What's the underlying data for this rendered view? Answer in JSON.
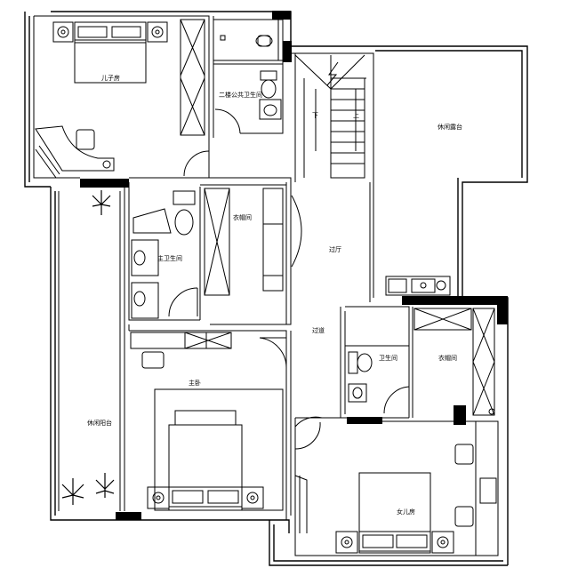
{
  "rooms": {
    "son_room": "儿子房",
    "public_bath_2f": "二楼公共卫生间",
    "leisure_terrace": "休闲露台",
    "master_bath": "主卫生间",
    "cloakroom_1": "衣帽间",
    "hall": "过厅",
    "corridor": "过道",
    "master_bedroom": "主卧",
    "leisure_balcony": "休闲阳台",
    "bath_2": "卫生间",
    "cloakroom_2": "衣帽间",
    "daughter_room": "女儿房"
  },
  "stairs": {
    "down": "下",
    "up": "上"
  }
}
